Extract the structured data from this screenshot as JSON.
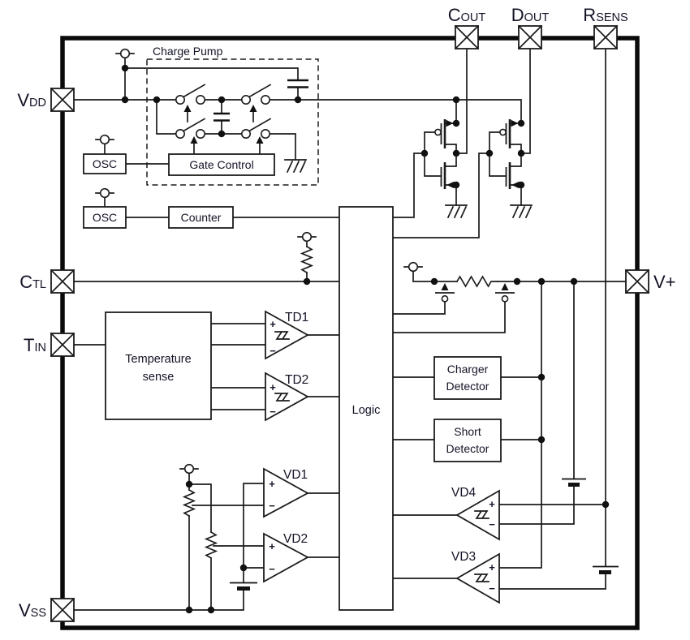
{
  "colors": {
    "line": "#1b1b1b",
    "text": "#131326",
    "background": "#ffffff"
  },
  "symbols": {
    "plus": "+",
    "minus": "−"
  },
  "pins": {
    "vdd": {
      "base": "V",
      "sub": "DD"
    },
    "ctl": {
      "base": "C",
      "sub": "TL"
    },
    "tin": {
      "base": "T",
      "sub": "IN"
    },
    "vss": {
      "base": "V",
      "sub": "SS"
    },
    "cout": {
      "base": "C",
      "sub": "OUT"
    },
    "dout": {
      "base": "D",
      "sub": "OUT"
    },
    "rsens": {
      "base": "R",
      "sub": "SENS"
    },
    "vplus": {
      "base": "V+",
      "sub": ""
    }
  },
  "blocks": {
    "charge_pump": "Charge Pump",
    "osc_top": "OSC",
    "osc_bottom": "OSC",
    "gate_control": "Gate Control",
    "counter": "Counter",
    "logic": "Logic",
    "temperature_sense": {
      "line1": "Temperature",
      "line2": "sense"
    },
    "charger_detector": {
      "line1": "Charger",
      "line2": "Detector"
    },
    "short_detector": {
      "line1": "Short",
      "line2": "Detector"
    }
  },
  "comparators": {
    "td1": "TD1",
    "td2": "TD2",
    "vd1": "VD1",
    "vd2": "VD2",
    "vd4": "VD4",
    "vd3": "VD3"
  }
}
